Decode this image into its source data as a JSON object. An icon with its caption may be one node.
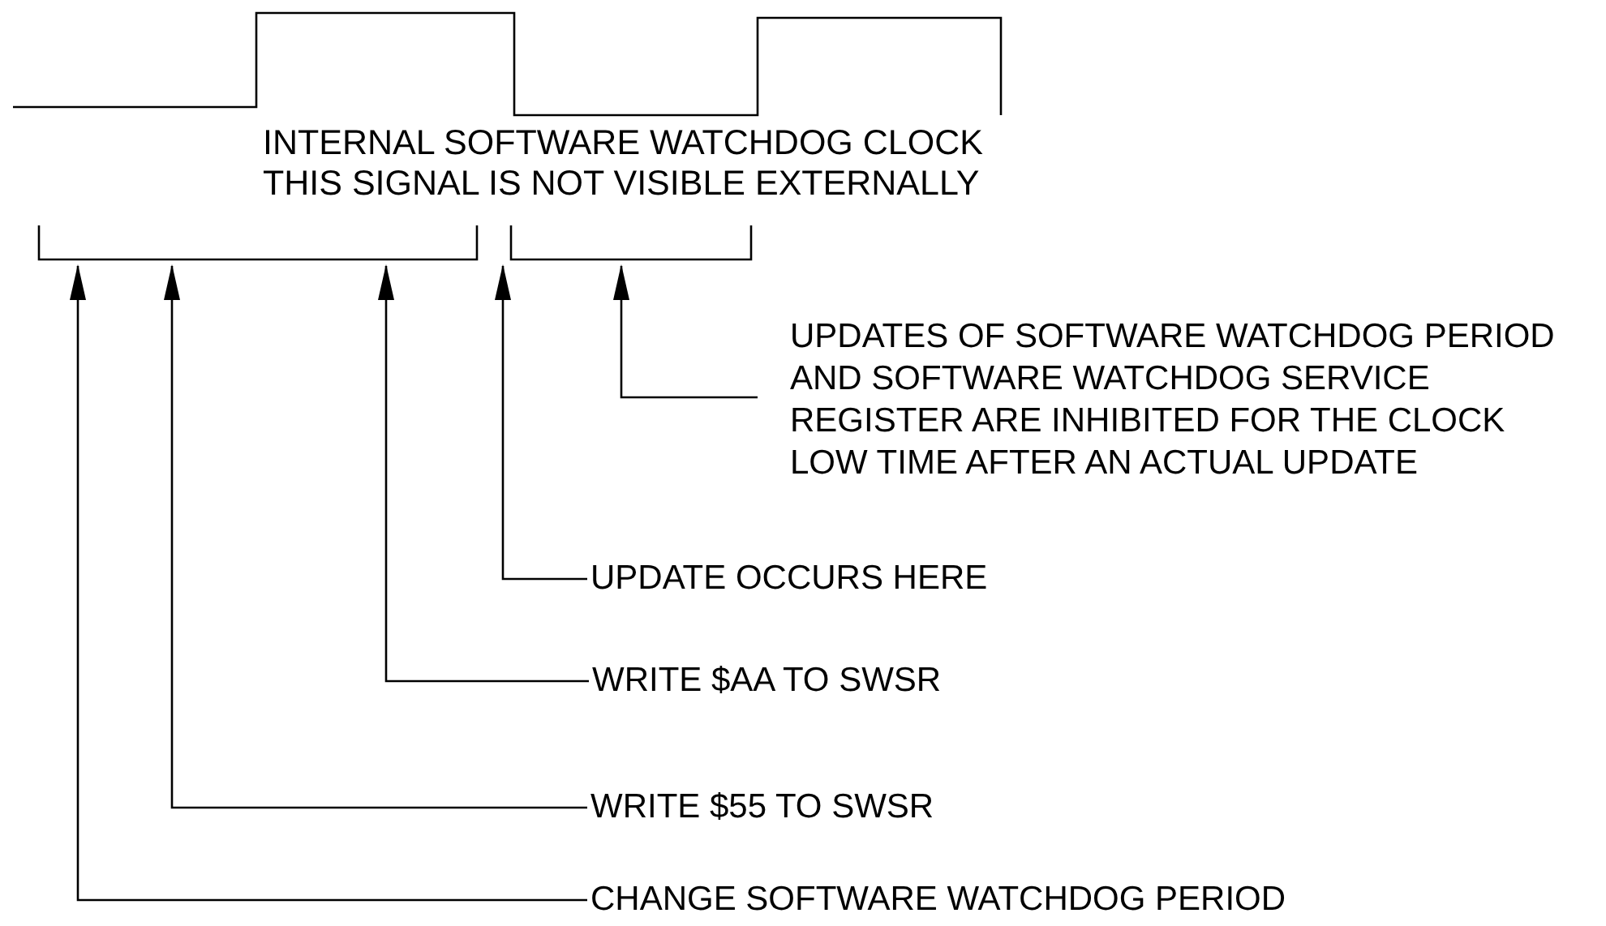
{
  "diagram": {
    "nodes": [
      {
        "text": [],
        "shape": "bracket"
      },
      {
        "text": [],
        "shape": "bracket"
      },
      {
        "text": [
          "UPDATES OF SOFTWARE WATCHDOG PERIOD AND SOFTWARE WATCHDOG SERVICE REGISTER ARE INHIBITED FOR THE CLOCK LOW TIME AFTER AN ACTUAL UPDATE"
        ]
      },
      {
        "text": [
          "UPDATE OCCURS HERE"
        ]
      },
      {
        "text": [
          "WRITE $AA TO SWSR"
        ]
      },
      {
        "text": [
          "WRITE $55 TO SWSR"
        ]
      },
      {
        "text": [
          "CHANGE SOFTWARE WATCHDOG PERIOD"
        ]
      }
    ],
    "edges": [
      {
        "from": 2,
        "to": 1,
        "arrow": "to"
      },
      {
        "from": 3,
        "to": 1,
        "arrow": "to"
      },
      {
        "from": 4,
        "to": 0,
        "arrow": "to"
      },
      {
        "from": 5,
        "to": 0,
        "arrow": "to"
      },
      {
        "from": 6,
        "to": 0,
        "arrow": "to"
      }
    ],
    "labels": [
      "INTERNAL SOFTWARE WATCHDOG CLOCK",
      "THIS SIGNAL IS NOT VISIBLE EXTERNALLY"
    ]
  }
}
